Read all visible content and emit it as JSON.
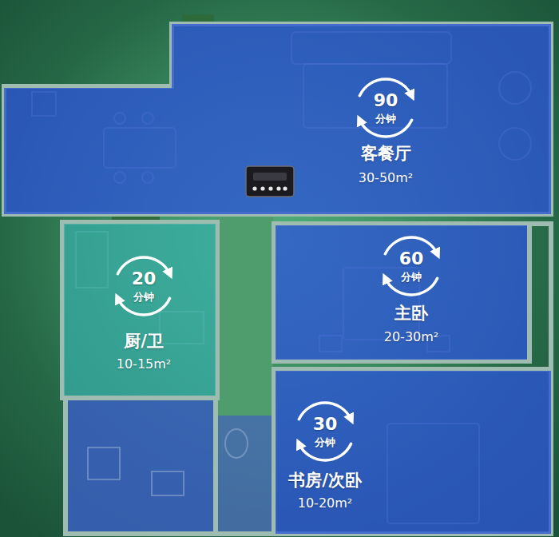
{
  "diagram": {
    "nodes": [
      {
        "text": [
          "客餐厅",
          "30-50m²"
        ]
      },
      {
        "text": [
          "90",
          "分钟"
        ],
        "in": 0
      },
      {
        "text": [
          "厨/卫",
          "10-15m²"
        ]
      },
      {
        "text": [
          "20",
          "分钟"
        ],
        "in": 2
      },
      {
        "text": [
          "主卧",
          "20-30m²"
        ]
      },
      {
        "text": [
          "60",
          "分钟"
        ],
        "in": 4
      },
      {
        "text": [
          "书房/次卧",
          "10-20m²"
        ]
      },
      {
        "text": [
          "30",
          "分钟"
        ],
        "in": 6
      }
    ]
  }
}
